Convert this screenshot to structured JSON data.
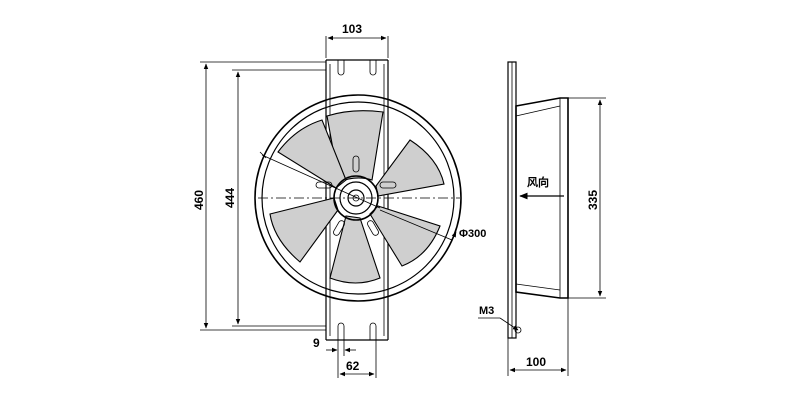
{
  "front_view": {
    "dims": {
      "width_top": "103",
      "height_outer": "460",
      "height_inner": "444",
      "slot_width": "9",
      "slot_spacing": "62",
      "diameter": "Φ300"
    }
  },
  "side_view": {
    "dims": {
      "height": "335",
      "depth": "100",
      "screw": "M3"
    },
    "airflow_label": "风向"
  }
}
